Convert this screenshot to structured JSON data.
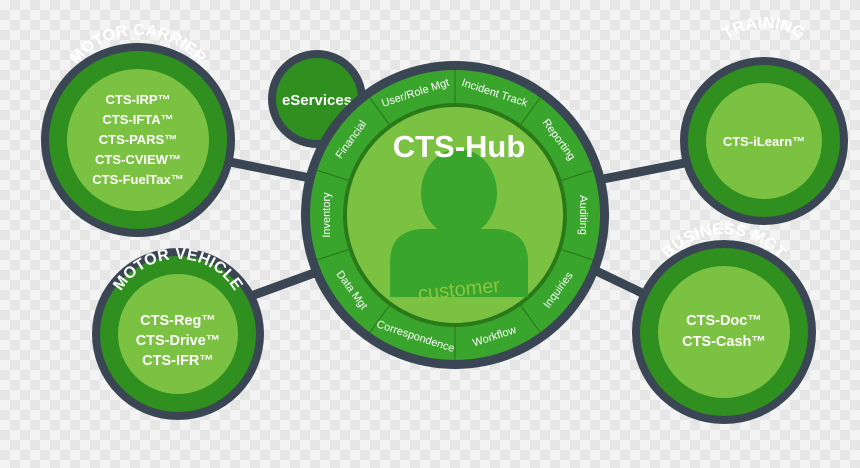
{
  "hub": {
    "title": "CTS-Hub",
    "center_label": "customer",
    "ring_segments": [
      "Financial",
      "User/Role Mgt",
      "Incident Track",
      "Reporting",
      "Auditing",
      "Inquiries",
      "Workflow",
      "Correspondence",
      "Data Mgt",
      "Inventory"
    ]
  },
  "eservices": {
    "label": "eServices"
  },
  "motor_carrier": {
    "title": "MOTOR CARRIER",
    "items": [
      "CTS-IRP™",
      "CTS-IFTA™",
      "CTS-PARS™",
      "CTS-CVIEW™",
      "CTS-FuelTax™"
    ]
  },
  "motor_vehicle": {
    "title": "MOTOR VEHICLE",
    "items": [
      "CTS-Reg™",
      "CTS-Drive™",
      "CTS-IFR™"
    ]
  },
  "training": {
    "title": "TRAINING",
    "items": [
      "CTS-iLearn™"
    ]
  },
  "business_mgt": {
    "title": "BUSINESS MGT",
    "items": [
      "CTS-Doc™",
      "CTS-Cash™"
    ]
  },
  "colors": {
    "dark_green": "#2f8f1f",
    "mid_green": "#3aa52c",
    "light_green": "#7cc242",
    "connector": "#3b4654"
  }
}
